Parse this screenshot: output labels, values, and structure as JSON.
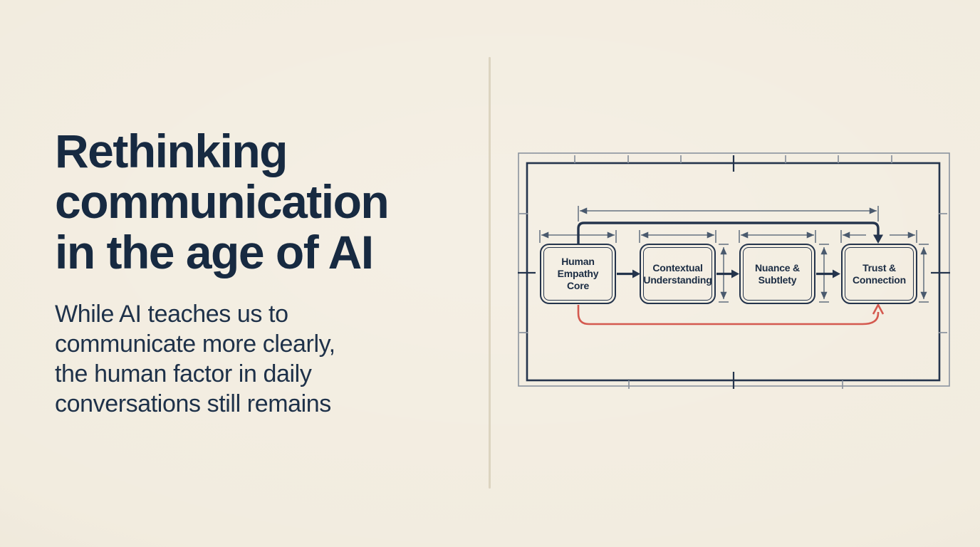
{
  "page": {
    "background_color": "#f2ecdf",
    "divider_color": "#dcd4c0"
  },
  "left_panel": {
    "title": {
      "lines": [
        "Rethinking",
        "communication",
        "in the age of AI"
      ],
      "color": "#172a41"
    },
    "subtitle": {
      "lines": [
        "While AI teaches us to",
        "communicate more clearly,",
        "the human factor in daily",
        "conversations still remains"
      ],
      "color": "#1e3149"
    }
  },
  "diagram": {
    "type": "blueprint-flowchart",
    "nodes": [
      {
        "id": "human-empathy-core",
        "lines": [
          "Human",
          "Empathy",
          "Core"
        ]
      },
      {
        "id": "contextual-understanding",
        "lines": [
          "Contextual",
          "Understanding"
        ]
      },
      {
        "id": "nuance-subtlety",
        "lines": [
          "Nuance &",
          "Subtlety"
        ]
      },
      {
        "id": "trust-connection",
        "lines": [
          "Trust &",
          "Connection"
        ]
      }
    ],
    "edges": [
      {
        "from": "human-empathy-core",
        "to": "contextual-understanding",
        "type": "forward-arrow"
      },
      {
        "from": "contextual-understanding",
        "to": "nuance-subtlety",
        "type": "forward-arrow"
      },
      {
        "from": "nuance-subtlety",
        "to": "trust-connection",
        "type": "forward-arrow"
      },
      {
        "from": "human-empathy-core",
        "to": "trust-connection",
        "type": "top-elbow-arrow"
      },
      {
        "from": "human-empathy-core",
        "to": "trust-connection",
        "type": "bottom-feedback-arrow",
        "color": "#d4594f"
      }
    ],
    "colors": {
      "line": "#24344c",
      "dimension": "#4a5a6e",
      "frame_outer": "#8a939e",
      "feedback_red": "#d4594f",
      "node_text": "#1b2c43"
    }
  }
}
